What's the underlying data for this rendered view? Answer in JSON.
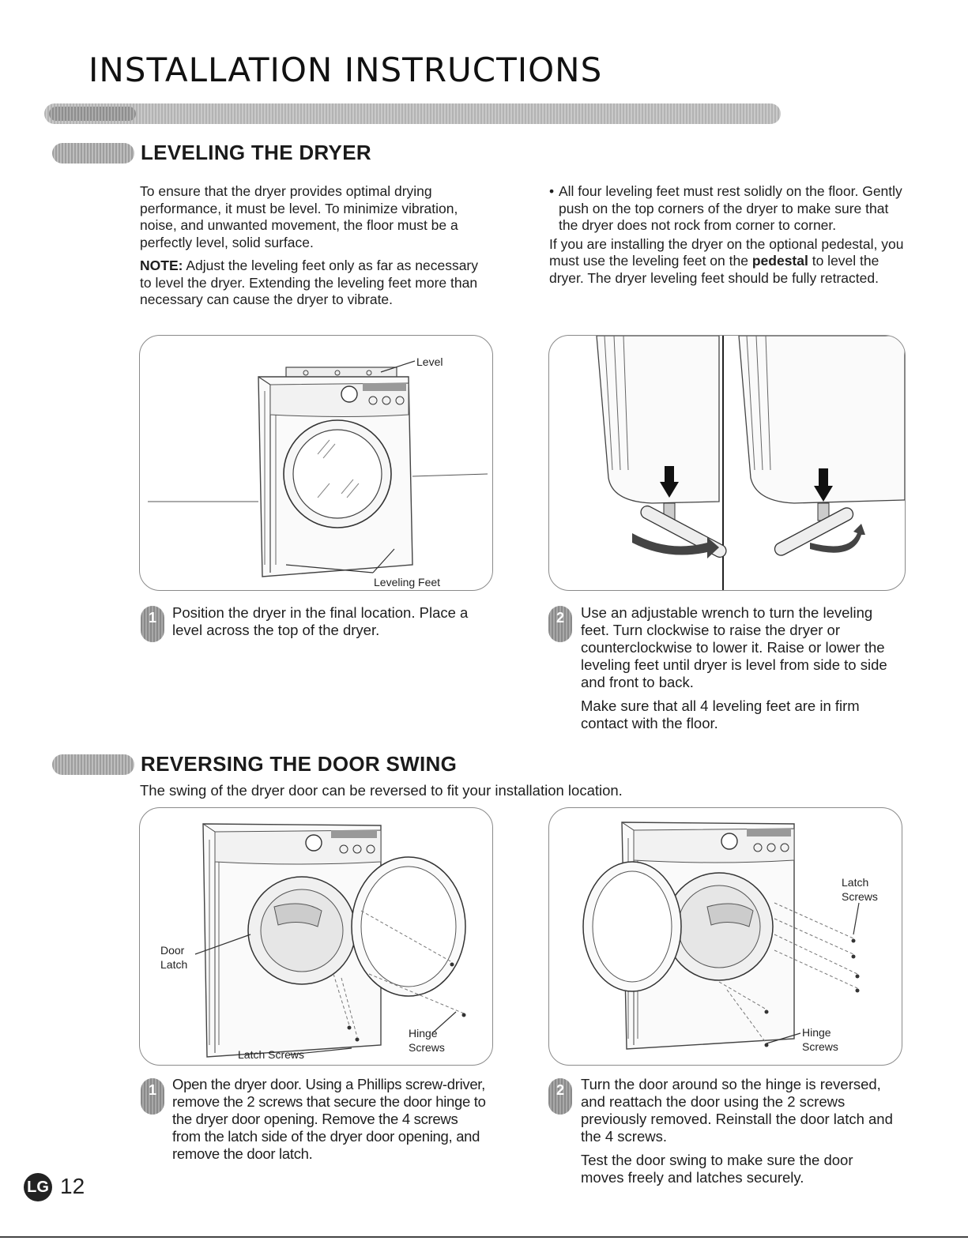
{
  "header": {
    "title": "INSTALLATION INSTRUCTIONS"
  },
  "leveling": {
    "heading": "LEVELING THE DRYER",
    "intro": "To ensure that the dryer provides optimal drying performance, it must be level. To minimize vibration, noise, and unwanted movement, the floor must be a perfectly level, solid surface.",
    "note_label": "NOTE:",
    "note_text": "Adjust the leveling feet only as far as necessary to level the dryer. Extending the leveling feet more than necessary can cause the dryer to vibrate.",
    "bullet": "All four leveling feet must rest solidly on the floor. Gently push on the top corners of the dryer to make sure that the dryer does not rock from corner to corner.",
    "pedestal_before": "If you are installing the dryer on the optional pedestal, you must use the leveling feet on the",
    "pedestal_bold": "pedestal",
    "pedestal_after": "to level the dryer. The dryer leveling feet should be fully retracted.",
    "fig1": {
      "label_level": "Level",
      "label_feet": "Leveling Feet"
    },
    "step1": {
      "number": "1",
      "text": "Position the dryer in the final location. Place a level across the top of the dryer."
    },
    "step2": {
      "number": "2",
      "text": "Use an adjustable wrench to turn the leveling feet. Turn clockwise to raise the dryer or counterclockwise to lower it. Raise or lower the leveling feet until dryer is level from side to side and front to back.",
      "text2": "Make sure that all 4 leveling feet are in firm contact with the floor."
    }
  },
  "door": {
    "heading": "REVERSING THE DOOR SWING",
    "intro": "The swing of the dryer door can be reversed to fit your installation location.",
    "fig1": {
      "label_latch_line1": "Door",
      "label_latch_line2": "Latch",
      "label_latch_screws": "Latch Screws",
      "label_hinge_line1": "Hinge",
      "label_hinge_line2": "Screws"
    },
    "fig2": {
      "label_latch_line1": "Latch",
      "label_latch_line2": "Screws",
      "label_hinge_line1": "Hinge",
      "label_hinge_line2": "Screws"
    },
    "step1": {
      "number": "1",
      "text": "Open the dryer door. Using a Phillips screw-driver, remove the 2 screws that secure the door hinge to the dryer door opening. Remove the 4 screws from the latch side of the dryer door opening, and remove the door latch."
    },
    "step2": {
      "number": "2",
      "text": "Turn the door around so the hinge is reversed, and reattach the door using the 2 screws previously removed. Reinstall the door latch and the 4 screws.",
      "text2": "Test the door swing to make sure the door moves freely and latches securely."
    }
  },
  "footer": {
    "logo": "LG",
    "page_number": "12"
  }
}
